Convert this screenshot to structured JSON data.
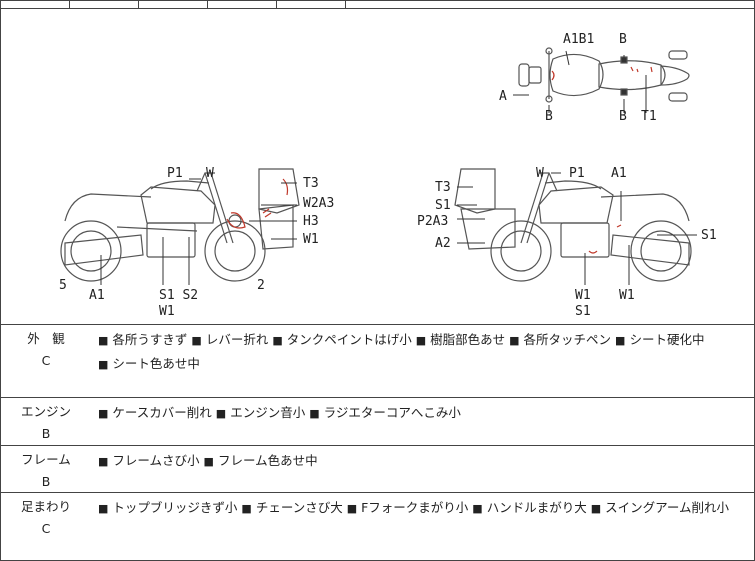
{
  "diagram": {
    "top_labels": {
      "a": "A",
      "a1b1": "A1B1",
      "b_top": "B",
      "b_left": "B",
      "b_right": "B",
      "t1": "T1"
    },
    "left_labels": {
      "p1": "P1",
      "w_top": "W",
      "t3": "T3",
      "w2a3": "W2A3",
      "h3": "H3",
      "w1": "W1",
      "n5": "5",
      "a1": "A1",
      "s1s2": "S1 S2",
      "w1_low": "W1",
      "n2": "2"
    },
    "right_labels": {
      "t3": "T3",
      "s1": "S1",
      "p2a3": "P2A3",
      "a2": "A2",
      "w_top": "W",
      "p1": "P1",
      "a1": "A1",
      "s1_right": "S1",
      "w1_a": "W1",
      "w1_b": "W1",
      "s1_low": "S1"
    }
  },
  "rows": [
    {
      "name": "外　観",
      "grade": "C",
      "items": [
        "各所うすきず",
        "レバー折れ",
        "タンクペイントはげ小",
        "樹脂部色あせ",
        "各所タッチペン",
        "シート硬化中",
        "シート色あせ中"
      ]
    },
    {
      "name": "エンジン",
      "grade": "B",
      "items": [
        "ケースカバー削れ",
        "エンジン音小",
        "ラジエターコアへこみ小"
      ]
    },
    {
      "name": "フレーム",
      "grade": "B",
      "items": [
        "フレームさび小",
        "フレーム色あせ中"
      ]
    },
    {
      "name": "足まわり",
      "grade": "C",
      "items": [
        "トップブリッジきず小",
        "チェーンさび大",
        "Fフォークまがり小",
        "ハンドルまがり大",
        "スイングアーム削れ小"
      ]
    }
  ],
  "bullet": "■",
  "colors": {
    "line": "#444444",
    "marks": "#c0392b"
  }
}
